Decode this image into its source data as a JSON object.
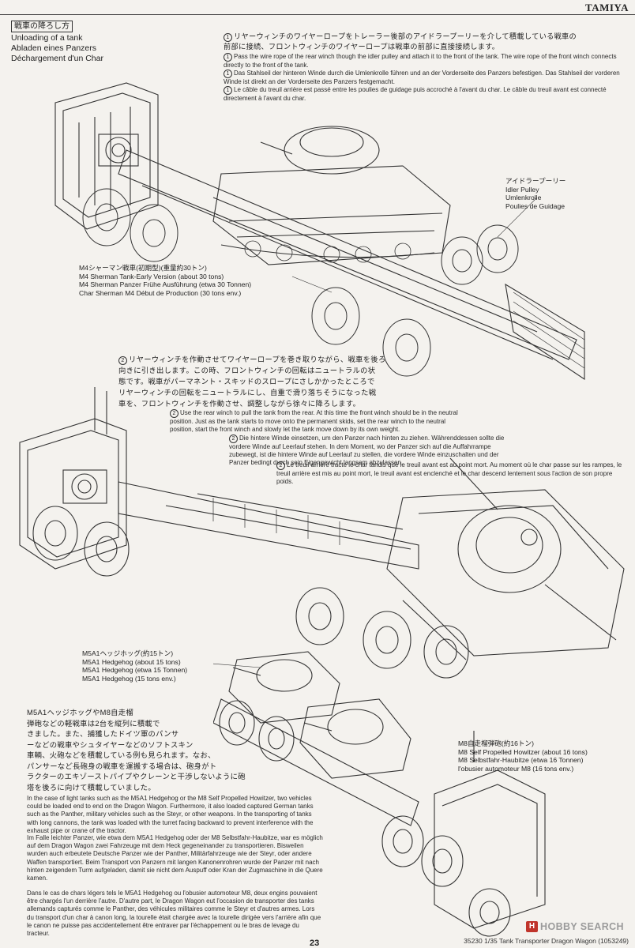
{
  "brand": "TAMIYA",
  "section": {
    "title_jp": "戦車の降ろし方",
    "title_en": "Unloading of a tank",
    "title_de": "Abladen eines Panzers",
    "title_fr": "Déchargement d'un Char"
  },
  "step1": {
    "num": "1",
    "jp_line1": "リヤーウィンチのワイヤーロープをトレーラー後部のアイドラープーリーを介して積載している戦車の",
    "jp_line2": "前部に接続、フロントウィンチのワイヤーロープは戦車の前部に直接接続します。",
    "en": "Pass the wire rope of the rear winch though the idler pulley and attach it to the front of the tank. The wire rope of the front winch connects directly to the front of the tank.",
    "de": "Das Stahlseil der hinteren Winde durch die Umlenkrolle führen und an der Vorderseite des Panzers befestigen. Das Stahlseil der vorderen Winde ist direkt an der Vorderseite des Panzers festgemacht.",
    "fr": "Le câble du treuil arrière est passé entre les poulies de guidage puis accroché à l'avant du char. Le câble du treuil avant est connecté directement à l'avant du char."
  },
  "idler": {
    "jp": "アイドラープーリー",
    "en": "Idler Pulley",
    "de": "Umlenkrolle",
    "fr": "Poulies de Guidage"
  },
  "sherman": {
    "jp": "M4シャーマン戦車(初期型)(重量約30トン)",
    "en": "M4 Sherman Tank-Early Version (about 30 tons)",
    "de": "M4 Sherman Panzer Frühe Ausführung (etwa 30 Tonnen)",
    "fr": "Char Sherman M4 Début de Production (30 tons env.)"
  },
  "step2": {
    "num": "2",
    "jp_lines": [
      "リヤーウィンチを作動させてワイヤーロープを巻き取りながら、戦車を後ろ",
      "向きに引き出します。この時、フロントウィンチの回転はニュートラルの状",
      "態です。戦車がパーマネント・スキッドのスロープにさしかかったところで",
      "リヤーウィンチの回転をニュートラルにし、自重で滑り落ちそうになった戦",
      "車を、フロントウィンチを作動させ、調整しながら徐々に降ろします。"
    ],
    "en": "Use the rear winch to pull the tank from the rear. At this time the front winch should be in the neutral position. Just as the tank starts to move onto the permanent skids, set the rear winch to the neutral position, start the front winch and slowly let the tank move down by its own weight.",
    "de": "Die hintere Winde einsetzen, um den Panzer nach hinten zu ziehen. Währenddessen sollte die vordere Winde auf Leerlauf stehen. In dem Moment, wo der Panzer sich auf die Auffahrrampe zubewegt, ist die hintere Winde auf Leerlauf zu stellen, die vordere Winde einzuschalten und der Panzer bedingt durch sein Eigengewicht langsam abzulassen.",
    "fr": "Le treuil arrière tracte le char tandis que le treuil avant est au point mort. Au moment où le char passe sur les rampes, le treuil arrière est mis au point mort, le treuil avant est enclenché et le char descend lentement sous l'action de son propre poids."
  },
  "m5a1": {
    "jp": "M5A1ヘッジホッグ(約15トン)",
    "en": "M5A1 Hedgehog (about 15 tons)",
    "de": "M5A1 Hedgehog (etwa 15 Tonnen)",
    "fr": "M5A1 Hedgehog (15 tons env.)"
  },
  "m8": {
    "jp": "M8自走榴弾砲(約16トン)",
    "en": "M8 Self Propelled Howitzer (about 16 tons)",
    "de": "M8 Selbstfahr-Haubitze (etwa 16 Tonnen)",
    "fr": "l'obusier automoteur M8 (16 tons env.)"
  },
  "note": {
    "jp_lines": [
      "M5A1ヘッジホッグやM8自走榴",
      "弾砲などの軽戦車は2台を縦列に積載で",
      "きました。また、捕獲したドイツ軍のパンサ",
      "ーなどの戦車やシュタイヤーなどのソフトスキン",
      "車輌、火砲などを積載している例も見られます。なお、",
      "パンサーなど長砲身の戦車を運搬する場合は、砲身がト",
      "ラクターのエキゾーストパイプやクレーンと干渉しないように砲",
      "塔を後ろに向けて積載していました。"
    ],
    "en": "In the case of light tanks such as the M5A1 Hedgehog or the M8 Self Propelled Howitzer, two vehicles could be loaded end to end on the Dragon Wagon. Furthermore, it also loaded captured German tanks such as the Panther, military vehicles such as the Steyr, or other weapons. In the transporting of tanks with long cannons, the tank was loaded with the turret facing backward to prevent interference with the exhaust pipe or crane of the tractor.",
    "de": "Im Falle leichter Panzer, wie etwa dem M5A1 Hedgehog oder der M8 Selbstfahr-Haubitze, war es möglich auf dem Dragon Wagon zwei Fahrzeuge mit dem Heck gegeneinander zu transportieren. Bisweilen wurden auch erbeutete Deutsche Panzer wie der Panther, Militärfahrzeuge wie der Steyr, oder andere Waffen transportiert. Beim Transport von Panzern mit langen Kanonenrohren wurde der Panzer mit nach hinten zeigendem Turm aufgeladen, damit sie nicht dem Auspuff oder Kran der Zugmaschine in die Quere kamen.",
    "fr": "Dans le cas de chars légers tels le M5A1 Hedgehog ou l'obusier automoteur M8, deux engins pouvaient être chargés l'un derrière l'autre. D'autre part, le Dragon Wagon eut l'occasion de transporter des tanks allemands capturés comme le Panther, des véhicules militaires comme le Steyr et d'autres armes. Lors du transport d'un char à canon long, la tourelle était chargée avec la tourelle dirigée vers l'arrière afin que le canon ne puisse pas accidentellement être entraver par l'échappement ou le bras de levage du tracteur."
  },
  "page_number": "23",
  "footer": "35230  1/35 Tank Transporter Dragon Wagon (1053249)",
  "watermark": {
    "mark": "H",
    "text": "HOBBY SEARCH"
  }
}
